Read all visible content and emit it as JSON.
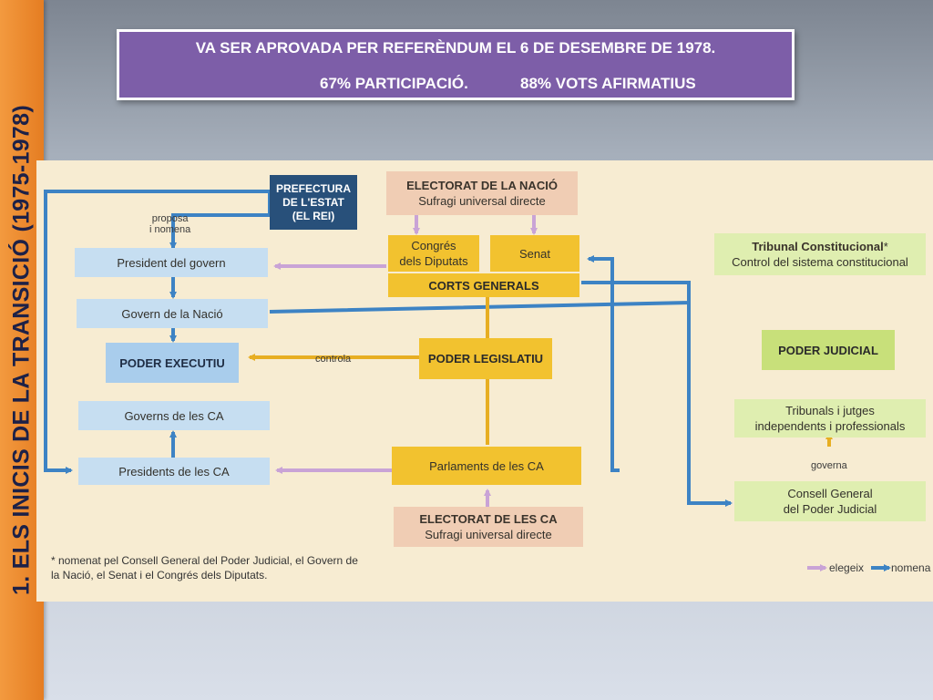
{
  "sidebar": {
    "title": "1. ELS INICIS DE LA TRANSICIÓ (1975-1978)"
  },
  "banner": {
    "line1": "VA SER APROVADA PER REFERÈNDUM EL 6 DE DESEMBRE DE 1978.",
    "participation": "67% PARTICIPACIÓ.",
    "votes": "88% VOTS AFIRMATIUS"
  },
  "diagram": {
    "prefectura": [
      "PREFECTURA",
      "DE L'ESTAT",
      "(EL REI)"
    ],
    "proposa": [
      "proposa",
      "i nomena"
    ],
    "electorat_nacio": {
      "title": "ELECTORAT DE LA NACIÓ",
      "sub": "Sufragi universal directe"
    },
    "congres": [
      "Congrés",
      "dels Diputats"
    ],
    "senat": "Senat",
    "corts": "CORTS GENERALS",
    "president_govern": "President del govern",
    "govern_nacio": "Govern de la Nació",
    "poder_executiu": "PODER EXECUTIU",
    "controla": "controla",
    "poder_legislatiu": "PODER LEGISLATIU",
    "governs_ca": "Governs de les CA",
    "presidents_ca": "Presidents de les CA",
    "parlaments_ca": "Parlaments de les CA",
    "electorat_ca": {
      "title": "ELECTORAT DE LES CA",
      "sub": "Sufragi universal directe"
    },
    "tribunal": {
      "title": "Tribunal Constitucional",
      "mark": "*",
      "sub": "Control del sistema constitucional"
    },
    "poder_judicial": "PODER JUDICIAL",
    "tribunals": [
      "Tribunals i jutges",
      "independents i professionals"
    ],
    "governa": "governa",
    "consell": [
      "Consell General",
      "del Poder Judicial"
    ],
    "footnote": "* nomenat pel Consell General del Poder Judicial, el Govern de la Nació, el Senat i el Congrés dels Diputats.",
    "legend": {
      "elegeix": "elegeix",
      "nomena": "nomena"
    },
    "colors": {
      "nomena": "#3d83c4",
      "elegeix": "#c9a3d6",
      "controla": "#e7ae22"
    }
  }
}
